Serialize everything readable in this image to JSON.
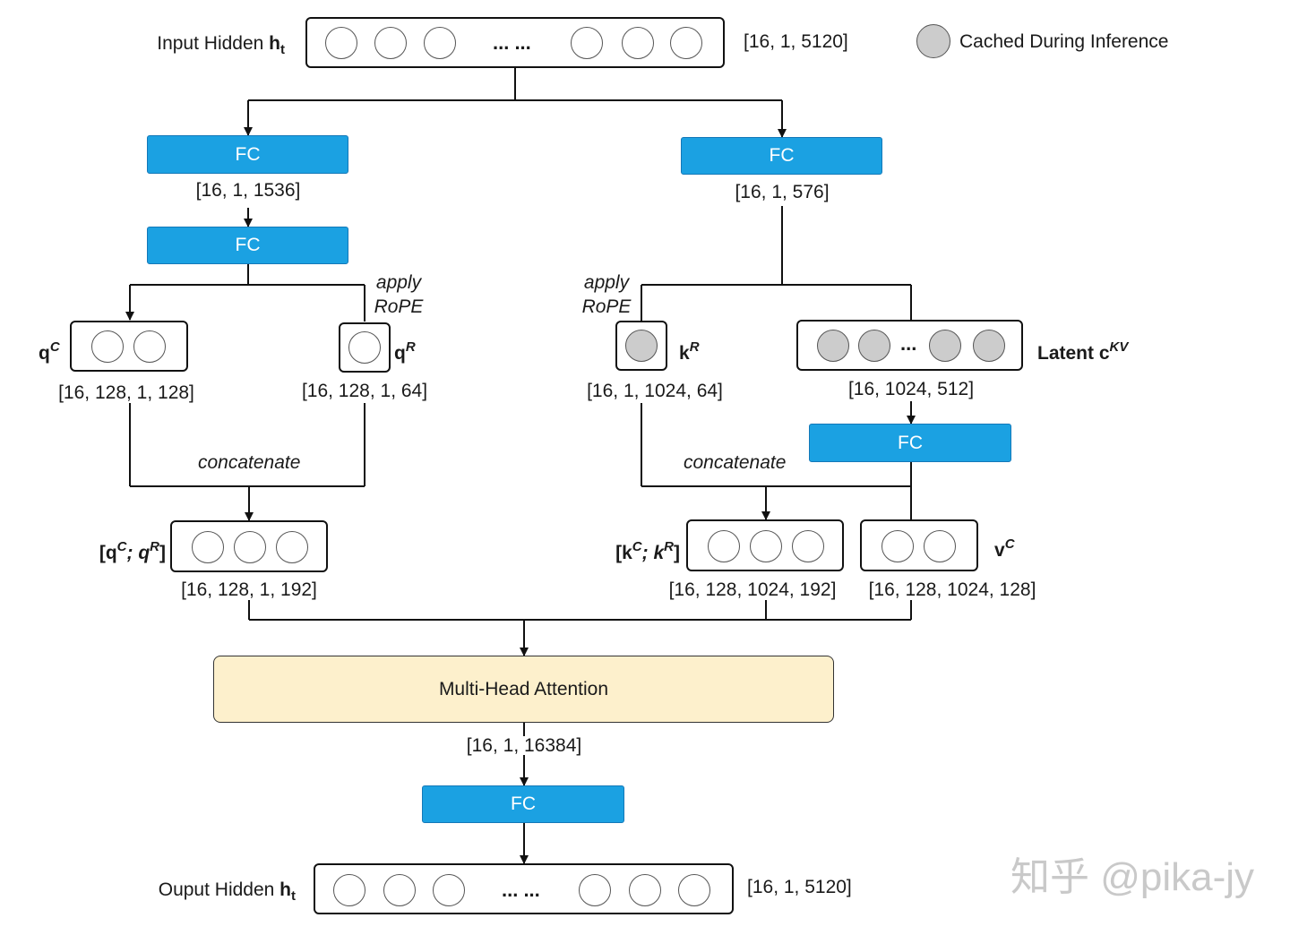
{
  "legend": {
    "label": "Cached During Inference"
  },
  "input": {
    "label": "Input Hidden ",
    "sym": "h",
    "sub": "t",
    "shape": "[16, 1, 5120]",
    "dots": "... ..."
  },
  "output": {
    "label": "Ouput Hidden ",
    "sym": "h",
    "sub": "t",
    "shape": "[16, 1, 5120]",
    "dots": "... ..."
  },
  "fc_label": "FC",
  "query": {
    "fc1_shape": "[16, 1, 1536]",
    "qc": {
      "sym": "q",
      "sup": "C",
      "shape": "[16, 128, 1, 128]"
    },
    "qr": {
      "sym": "q",
      "sup": "R",
      "shape": "[16, 128, 1, 64]"
    },
    "rope": [
      "apply",
      "RoPE"
    ],
    "concat": "concatenate",
    "qcat": {
      "open": "[q",
      "sup1": "C",
      "mid": "; q",
      "sup2": "R",
      "close": "]",
      "shape": "[16, 128, 1, 192]"
    }
  },
  "kv": {
    "fc_shape": "[16, 1, 576]",
    "rope": [
      "apply",
      "RoPE"
    ],
    "kr": {
      "sym": "k",
      "sup": "R",
      "shape": "[16, 1, 1024, 64]"
    },
    "latent": {
      "label": "Latent c",
      "sup": "KV",
      "shape": "[16, 1024, 512]",
      "dots": "..."
    },
    "concat": "concatenate",
    "kcat": {
      "open": "[k",
      "sup1": "C",
      "mid": "; k",
      "sup2": "R",
      "close": "]",
      "shape": "[16, 128, 1024, 192]"
    },
    "vc": {
      "sym": "v",
      "sup": "C",
      "shape": "[16, 128, 1024, 128]"
    }
  },
  "attention": {
    "label": "Multi-Head Attention",
    "out_shape": "[16, 1, 16384]"
  },
  "watermark": "知乎 @pika-jy",
  "colors": {
    "fc": "#1ba1e2",
    "attention": "#fdf0cc",
    "cached": "#cccccc"
  }
}
